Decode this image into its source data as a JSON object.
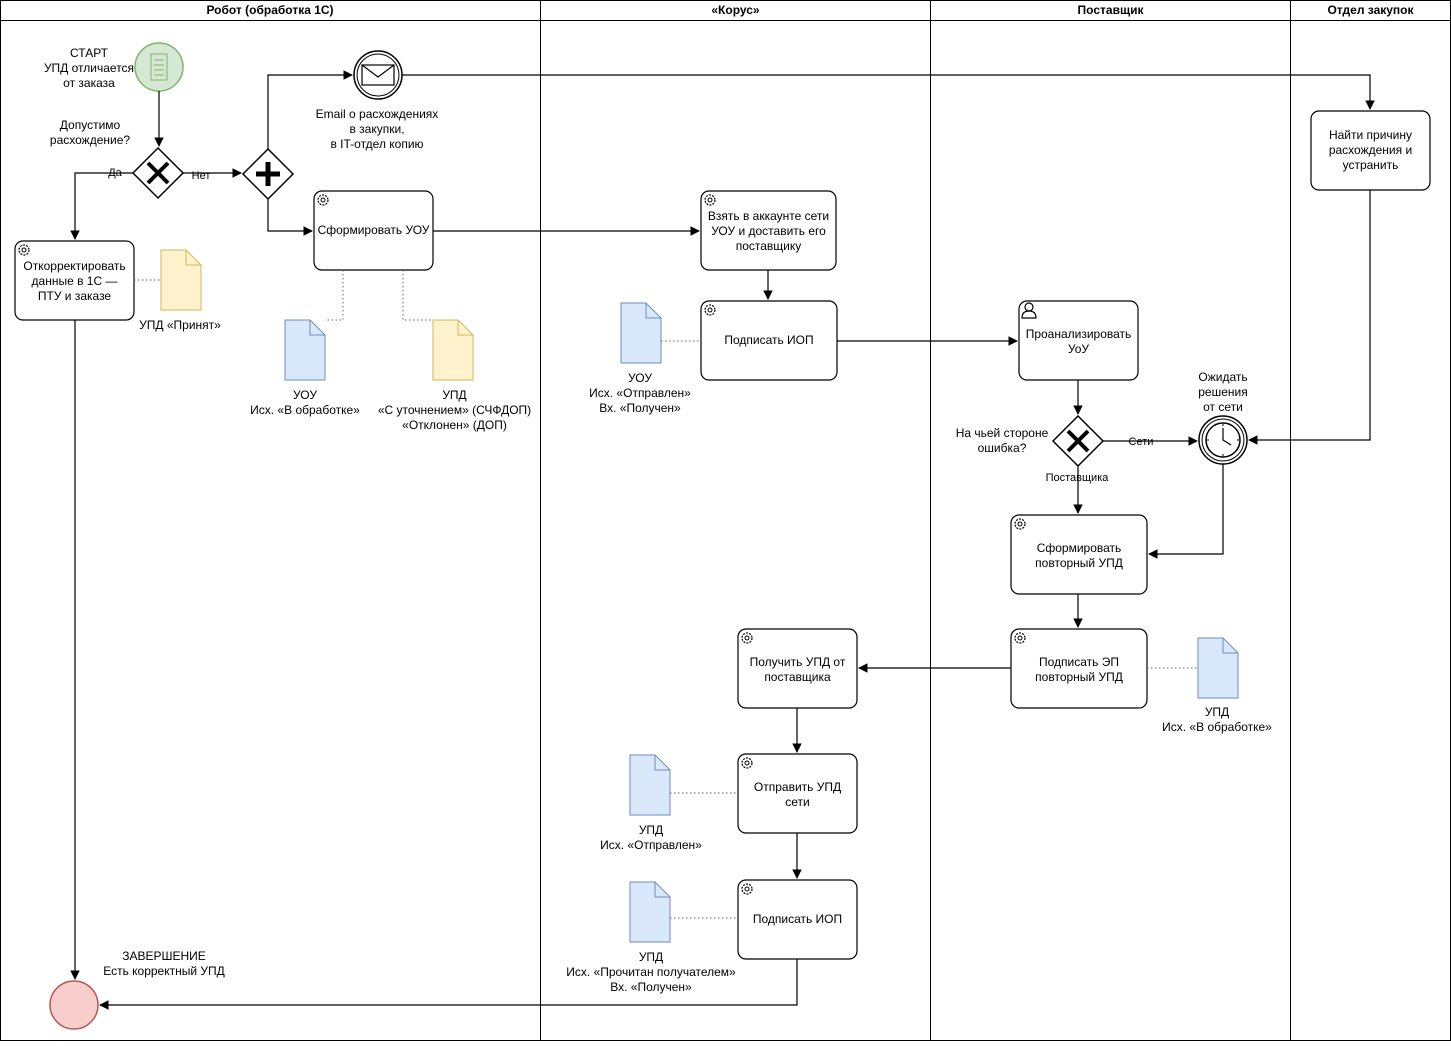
{
  "lanes": [
    "Робот (обработка 1С)",
    "«Корус»",
    "Поставщик",
    "Отдел закупок"
  ],
  "start_event": "СТАРТ\nУПД отличается\nот заказа",
  "gateway_question": "Допустимо\nрасхождение?",
  "yes_label": "Да",
  "no_label": "Нет",
  "email_label": "Email о расхождениях\nв закупки,\nв IT-отдел копию",
  "tasks": {
    "find_cause": "Найти причину\nрасхождения и\nустранить",
    "form_uou": "Сформировать УОУ",
    "take_uou": "Взять в аккаунте сети\nУОУ и доставить его\nпоставщику",
    "correct_data": "Откорректировать\nданные в 1С —\nПТУ и заказе",
    "sign_iop_1": "Подписать ИОП",
    "analyze_uou": "Проанализировать\nУоУ",
    "form_repeat_upd": "Сформировать\nповторный УПД",
    "sign_ep_repeat_upd": "Подписать ЭП\nповторный УПД",
    "receive_upd": "Получить УПД от\nпоставщика",
    "send_upd": "Отправить УПД\nсети",
    "sign_iop_2": "Подписать ИОП"
  },
  "documents": {
    "upd_accepted": "УПД «Принят»",
    "uou_processing": "УОУ\nИсх. «В обработке»",
    "upd_clarification": "УПД\n«С уточнением» (СЧФДОП)\n«Отклонен» (ДОП)",
    "uou_sent": "УОУ\nИсх. «Отправлен»\nВх. «Получен»",
    "upd_processing": "УПД\nИсх. «В обработке»",
    "upd_sent": "УПД\nИсх. «Отправлен»",
    "upd_read": "УПД\nИсх. «Прочитан получателем»\nВх. «Получен»"
  },
  "error_gateway_question": "На чьей стороне\nошибка?",
  "network_label": "Сети",
  "supplier_label": "Поставщика",
  "timer_label": "Ожидать\nрешения\nот сети",
  "end_event": "ЗАВЕРШЕНИЕ\nЕсть корректный УПД",
  "colors": {
    "start_fill": "#d5e8d4",
    "start_stroke": "#82b366",
    "end_fill": "#f8cecc",
    "end_stroke": "#b85450",
    "doc_yellow_fill": "#fff2cc",
    "doc_yellow_stroke": "#d6b656",
    "doc_blue_fill": "#dae8fc",
    "doc_blue_stroke": "#6c8ebf"
  }
}
